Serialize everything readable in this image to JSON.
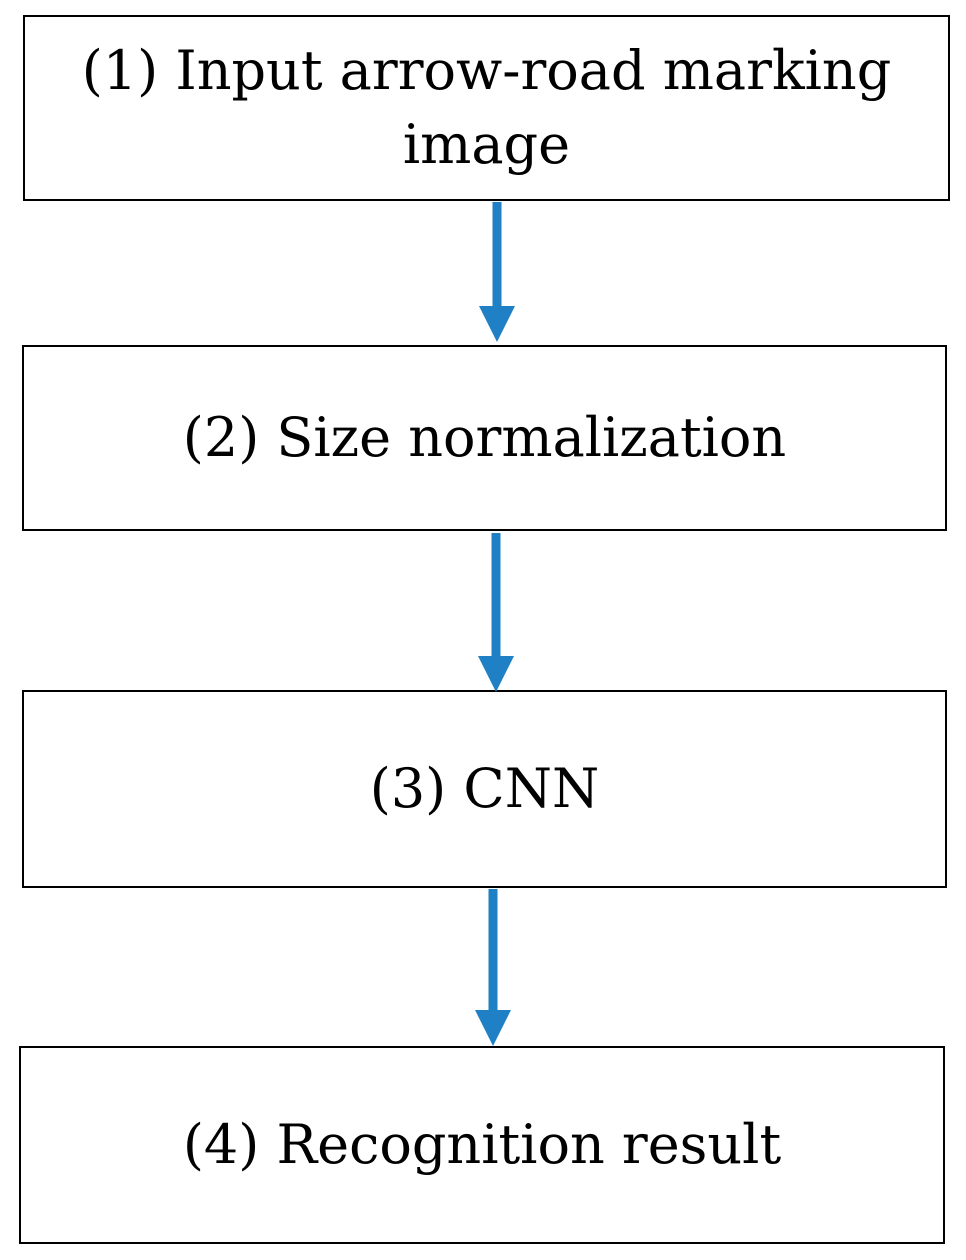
{
  "steps": [
    {
      "label": "(1) Input arrow-road marking image"
    },
    {
      "label": "(2) Size normalization"
    },
    {
      "label": "(3) CNN"
    },
    {
      "label": "(4) Recognition result"
    }
  ],
  "colors": {
    "box_border": "#000000",
    "arrow": "#1f80c6"
  }
}
